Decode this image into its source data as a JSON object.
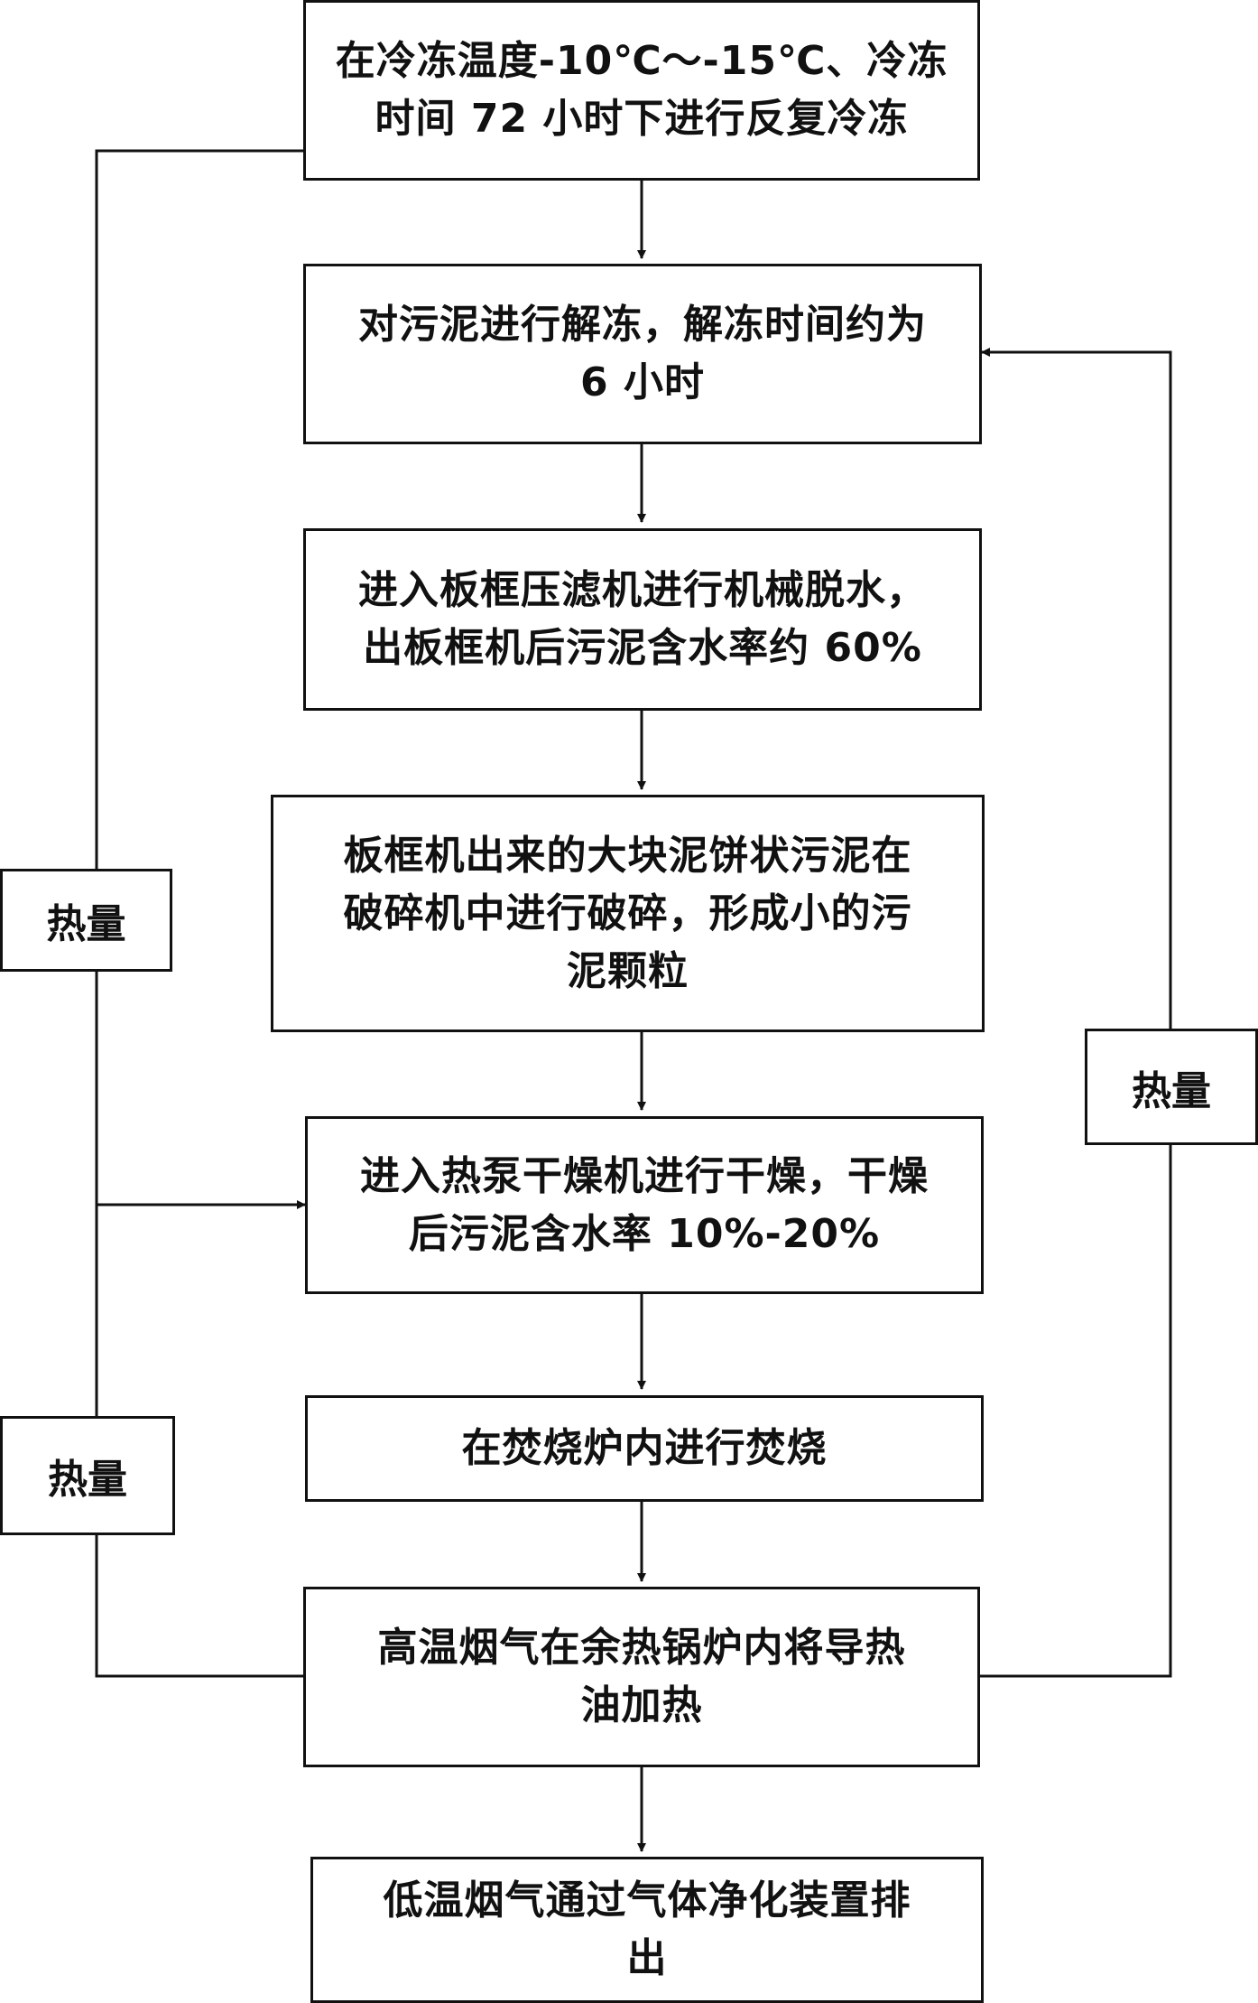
{
  "steps": {
    "freeze": "在冷冻温度-10℃～-15℃、冷冻\n时间 72 小时下进行反复冷冻",
    "thaw": "对污泥进行解冻，解冻时间约为\n6 小时",
    "press": "进入板框压滤机进行机械脱水，\n出板框机后污泥含水率约 60%",
    "crush": "板框机出来的大块泥饼状污泥在\n破碎机中进行破碎，形成小的污\n泥颗粒",
    "dry": "进入热泵干燥机进行干燥，干燥\n后污泥含水率 10%-20%",
    "incinerate": "在焚烧炉内进行焚烧",
    "boiler": "高温烟气在余热锅炉内将导热\n油加热",
    "exhaust": "低温烟气通过气体净化装置排\n出"
  },
  "heat_labels": {
    "left_top": "热量",
    "left_bottom": "热量",
    "right": "热量"
  }
}
